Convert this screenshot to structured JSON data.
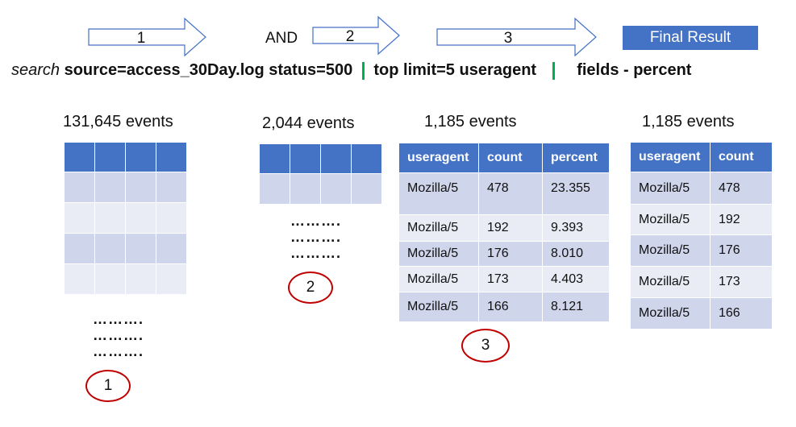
{
  "header": {
    "step1": "1",
    "and": "AND",
    "step2": "2",
    "step3": "3",
    "final": "Final Result"
  },
  "query": {
    "search": "search",
    "part1": "source=access_30Day.log status=500",
    "part2": "top limit=5 useragent",
    "part3": "fields - percent"
  },
  "stage1": {
    "events": "131,645 events",
    "marker": "1",
    "dots": [
      "……….",
      "……….",
      "………."
    ]
  },
  "stage2": {
    "events": "2,044 events",
    "marker": "2",
    "dots": [
      "……….",
      "……….",
      "………."
    ]
  },
  "stage3": {
    "events": "1,185 events",
    "marker": "3",
    "headers": [
      "useragent",
      "count",
      "percent"
    ],
    "rows": [
      [
        "Mozilla/5",
        "478",
        "23.355"
      ],
      [
        "Mozilla/5",
        "192",
        "9.393"
      ],
      [
        "Mozilla/5",
        "176",
        "8.010"
      ],
      [
        "Mozilla/5",
        "173",
        "4.403"
      ],
      [
        "Mozilla/5",
        "166",
        "8.121"
      ]
    ]
  },
  "stage4": {
    "events": "1,185 events",
    "headers": [
      "useragent",
      "count"
    ],
    "rows": [
      [
        "Mozilla/5",
        "478"
      ],
      [
        "Mozilla/5",
        "192"
      ],
      [
        "Mozilla/5",
        "176"
      ],
      [
        "Mozilla/5",
        "173"
      ],
      [
        "Mozilla/5",
        "166"
      ]
    ]
  },
  "colors": {
    "header_blue": "#4472c4",
    "row_dark": "#cfd5ea",
    "row_light": "#e9ebf5",
    "pipe_green": "#00b050",
    "marker_red": "#c00000"
  }
}
